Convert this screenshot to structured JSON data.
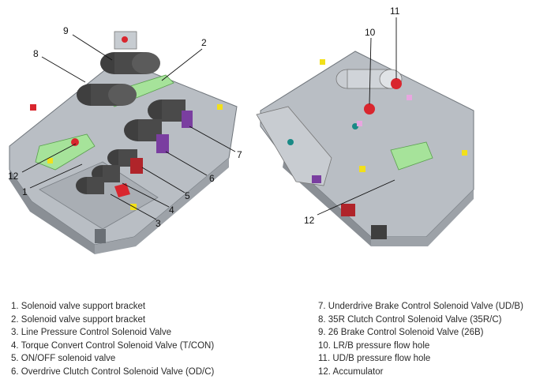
{
  "callouts": {
    "left_view": [
      "9",
      "2",
      "8",
      "7",
      "6",
      "5",
      "4",
      "3",
      "12",
      "1"
    ],
    "right_view": [
      "11",
      "10",
      "12"
    ]
  },
  "legend": {
    "left_column": [
      "1. Solenoid valve support bracket",
      "2. Solenoid valve support bracket",
      "3. Line Pressure Control Solenoid Valve",
      "4. Torque Convert Control Solenoid Valve (T/CON)",
      "5. ON/OFF solenoid valve",
      "6. Overdrive Clutch Control Solenoid Valve (OD/C)"
    ],
    "right_column": [
      "7. Underdrive Brake Control Solenoid Valve (UD/B)",
      "8. 35R Clutch Control Solenoid Valve (35R/C)",
      "9. 26 Brake Control Solenoid Valve (26B)",
      "10. LR/B pressure flow hole",
      "11. UD/B pressure flow hole",
      "12. Accumulator"
    ]
  },
  "colors": {
    "body_gray": "#b9bec4",
    "body_shadow": "#8a8f95",
    "solenoid_dark": "#4a4a4a",
    "bracket_green": "#a6e39a",
    "connector_purple": "#7a3ea0",
    "connector_red": "#b0242a",
    "accent_yellow": "#f2e01a",
    "port_red": "#d9262e",
    "port_teal": "#1a8a86"
  }
}
